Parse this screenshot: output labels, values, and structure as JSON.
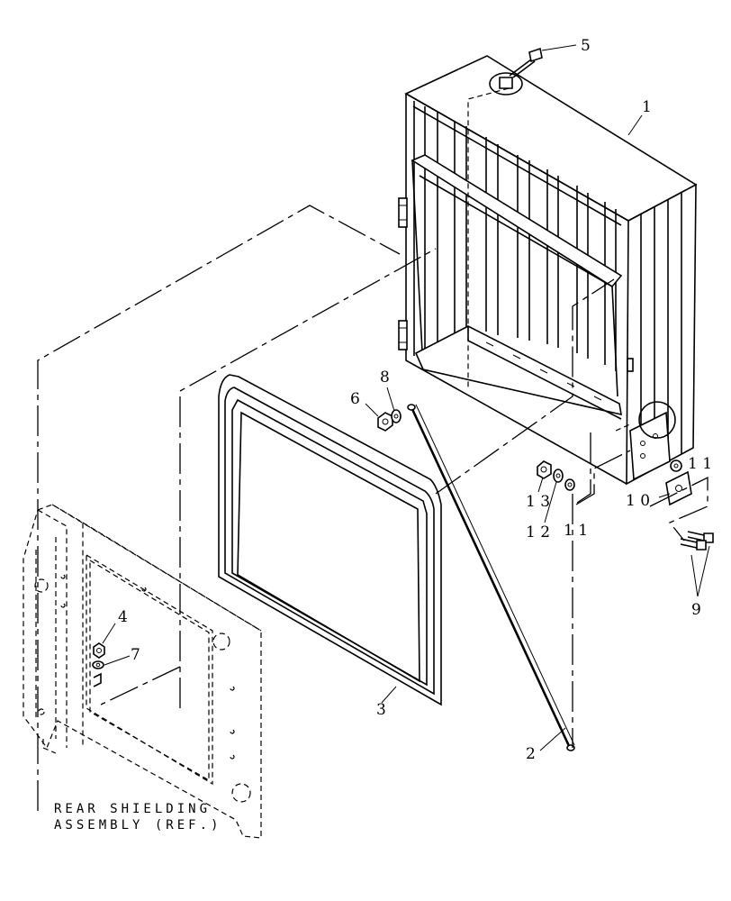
{
  "callouts": [
    {
      "id": "c1",
      "label": "1"
    },
    {
      "id": "c2",
      "label": "2"
    },
    {
      "id": "c3",
      "label": "3"
    },
    {
      "id": "c4",
      "label": "4"
    },
    {
      "id": "c5",
      "label": "5"
    },
    {
      "id": "c6",
      "label": "6"
    },
    {
      "id": "c7",
      "label": "7"
    },
    {
      "id": "c8",
      "label": "8"
    },
    {
      "id": "c9",
      "label": "9"
    },
    {
      "id": "c10",
      "label": "1 0"
    },
    {
      "id": "c11a",
      "label": "1 1"
    },
    {
      "id": "c11b",
      "label": "1 1"
    },
    {
      "id": "c12",
      "label": "1 2"
    },
    {
      "id": "c13",
      "label": "1 3"
    }
  ],
  "note": {
    "line1": "REAR SHIELDING",
    "line2": "ASSEMBLY (REF.)"
  }
}
